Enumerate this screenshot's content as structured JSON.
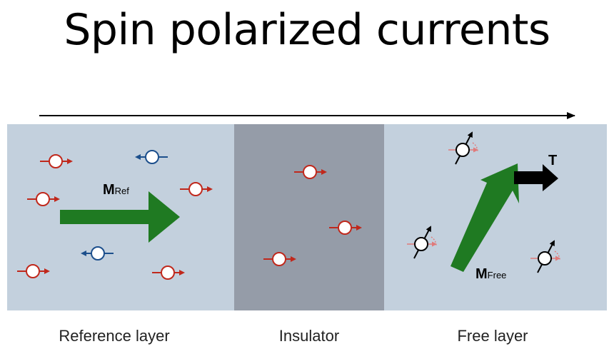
{
  "title": "Spin polarized currents",
  "layers": {
    "reference": "Reference layer",
    "insulator": "Insulator",
    "free": "Free layer"
  },
  "labels": {
    "m_ref_main": "M",
    "m_ref_sub": "Ref",
    "m_free_main": "M",
    "m_free_sub": "Free",
    "torque": "T"
  },
  "colors": {
    "layer_bg": "#c3d0dd",
    "insulator_bg": "#959ca8",
    "spin_red": "#c0281c",
    "spin_blue": "#1c4f8c",
    "magnetization": "#1f7a22",
    "torque": "#000000"
  }
}
